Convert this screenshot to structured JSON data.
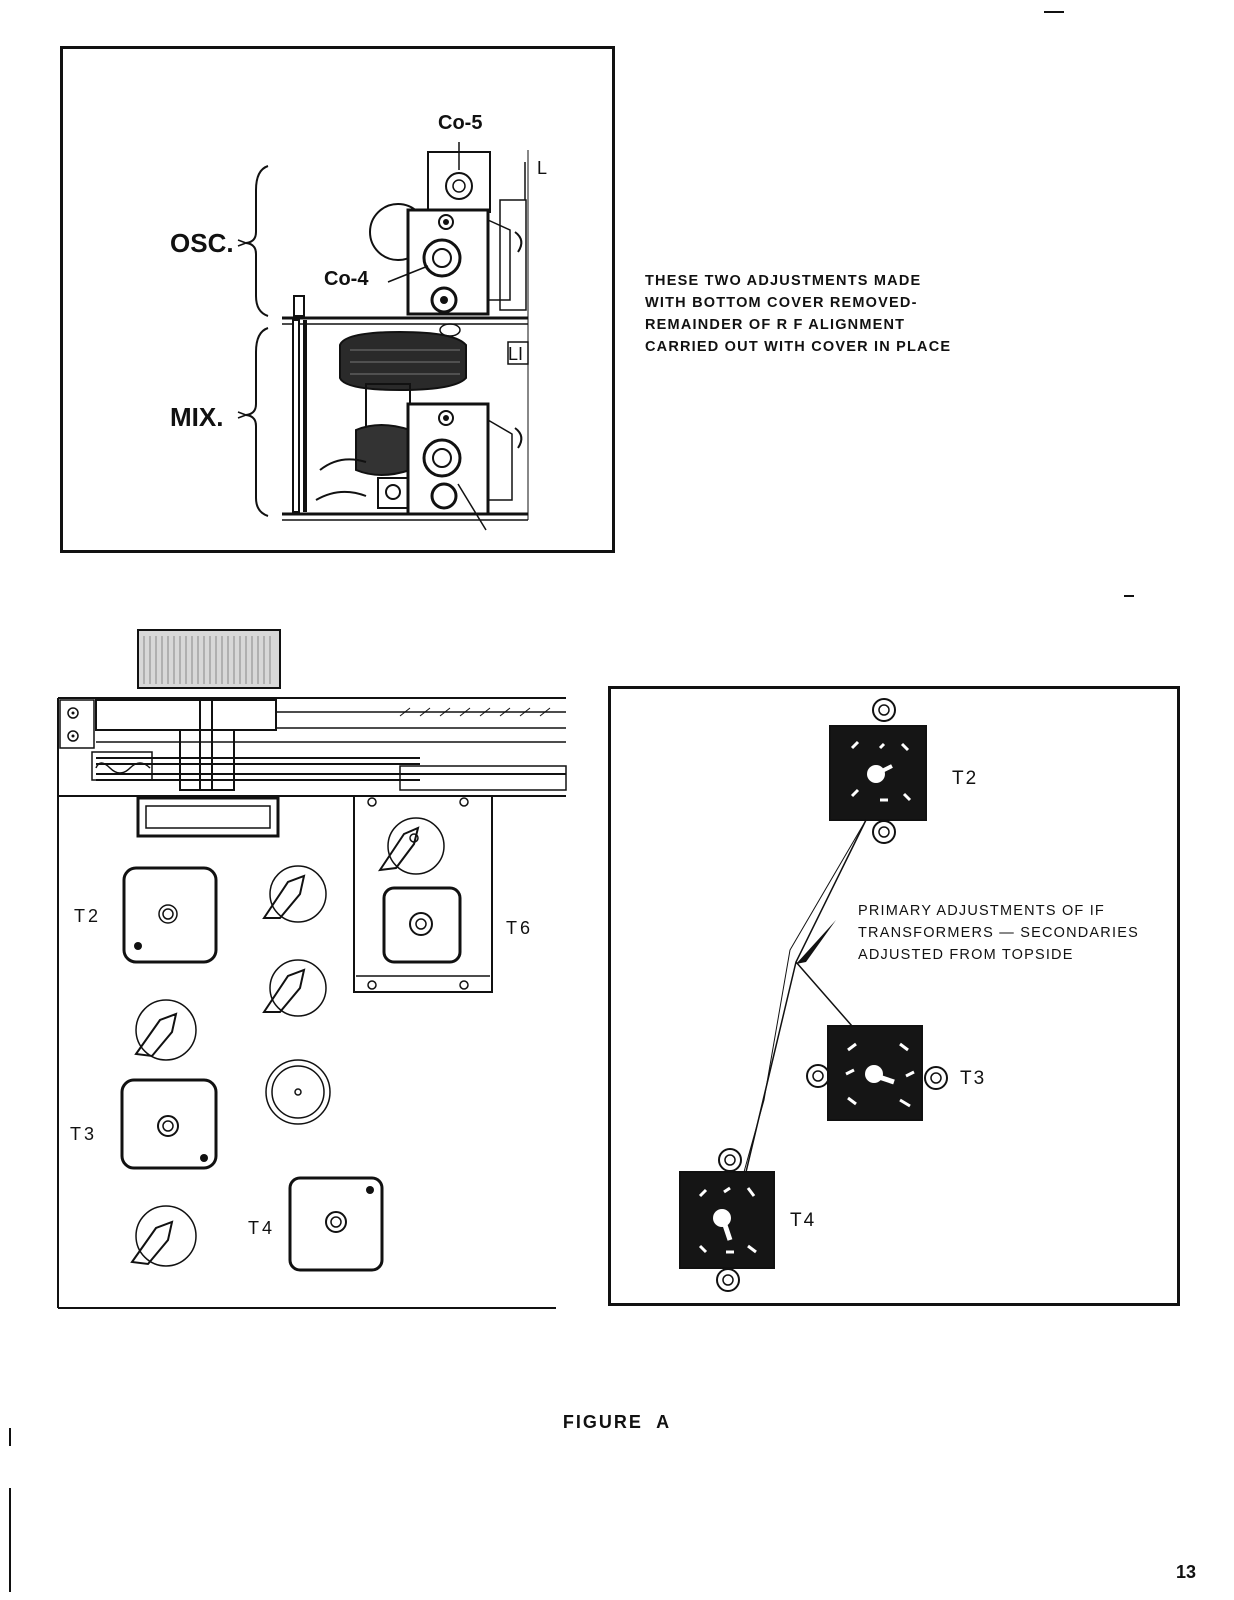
{
  "top_figure": {
    "labels": {
      "co5": "Co-5",
      "co4": "Co-4",
      "osc": "OSC.",
      "mix": "MIX.",
      "li_top": "L",
      "li_mid": "LI"
    }
  },
  "top_note": {
    "lines": [
      "THESE  TWO  ADJUSTMENTS  MADE",
      "WITH  BOTTOM  COVER  REMOVED-",
      "REMAINDER  OF  R F  ALIGNMENT",
      "CARRIED  OUT  WITH  COVER  IN PLACE"
    ]
  },
  "bottom_left_figure": {
    "labels": {
      "t2": "T2",
      "t3": "T3",
      "t4": "T4",
      "t6": "T6"
    }
  },
  "bottom_right_figure": {
    "labels": {
      "t2": "T2",
      "t3": "T3",
      "t4": "T4"
    },
    "note_lines": [
      "PRIMARY  ADJUSTMENTS  OF  IF",
      "TRANSFORMERS — SECONDARIES",
      "ADJUSTED  FROM  TOPSIDE"
    ]
  },
  "caption": "FIGURE  A",
  "page_number": "13"
}
